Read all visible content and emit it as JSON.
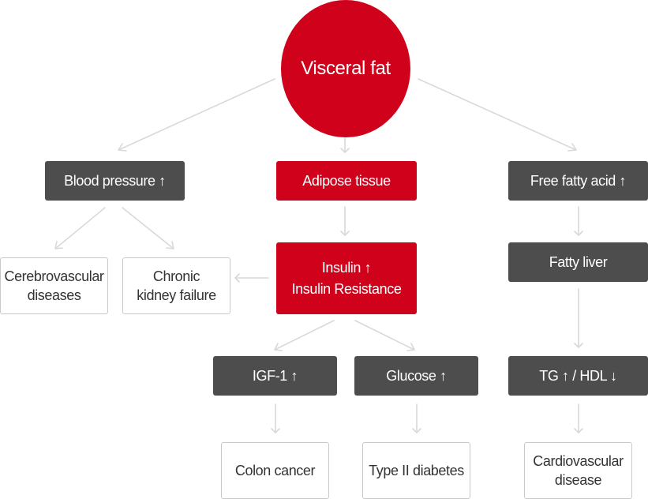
{
  "root": {
    "label": "Visceral fat"
  },
  "left_branch": {
    "blood_pressure": "Blood pressure ↑",
    "cerebrovascular_line1": "Cerebrovascular",
    "cerebrovascular_line2": "diseases",
    "kidney_line1": "Chronic",
    "kidney_line2": "kidney failure"
  },
  "center_branch": {
    "adipose": "Adipose tissue",
    "insulin_line1": "Insulin ↑",
    "insulin_line2": "Insulin Resistance",
    "igf": "IGF-1 ↑",
    "glucose": "Glucose ↑",
    "colon": "Colon cancer",
    "diabetes": "Type II diabetes"
  },
  "right_branch": {
    "ffa": "Free fatty acid ↑",
    "fatty_liver": "Fatty liver",
    "tg_hdl": "TG ↑ / HDL ↓",
    "cardio_line1": "Cardiovascular",
    "cardio_line2": "disease"
  },
  "colors": {
    "red": "#d0021b",
    "dark": "#4d4d4d",
    "arrow": "#d9d9d9"
  }
}
